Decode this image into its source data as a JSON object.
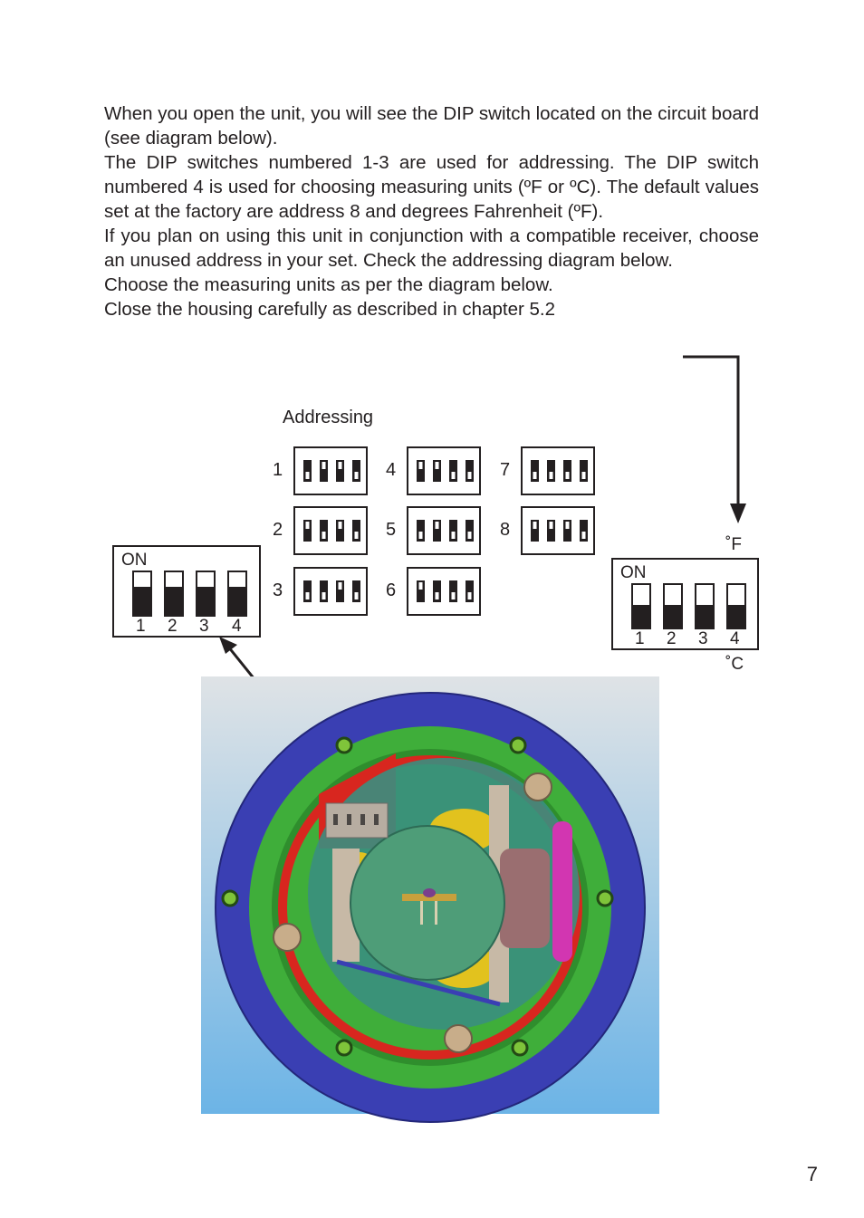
{
  "paragraphs": [
    "When you open the unit, you will see the DIP switch located on the circuit board (see diagram below).",
    "The DIP switches numbered 1-3 are used for addressing. The DIP switch numbered 4 is used for choosing measuring units (ºF or ºC). The default values set at the factory are address 8 and degrees Fahrenheit (ºF).",
    "If you plan on using this unit in conjunction with a compatible receiver, choose an unused address in your set. Check the addressing diagram below.",
    "Choose the measuring units as per the diagram below.",
    "Close the housing carefully as described in chapter 5.2"
  ],
  "addressing": {
    "title": "Addressing",
    "addresses": [
      {
        "label": "1",
        "switch_down": [
          true,
          false,
          false,
          true
        ]
      },
      {
        "label": "2",
        "switch_down": [
          false,
          true,
          false,
          true
        ]
      },
      {
        "label": "3",
        "switch_down": [
          true,
          true,
          false,
          true
        ]
      },
      {
        "label": "4",
        "switch_down": [
          false,
          false,
          true,
          true
        ]
      },
      {
        "label": "5",
        "switch_down": [
          true,
          false,
          true,
          true
        ]
      },
      {
        "label": "6",
        "switch_down": [
          false,
          true,
          true,
          true
        ]
      },
      {
        "label": "7",
        "switch_down": [
          true,
          true,
          true,
          true
        ]
      },
      {
        "label": "8",
        "switch_down": [
          false,
          false,
          false,
          true
        ]
      }
    ]
  },
  "dip_left": {
    "on_label": "ON",
    "numbers": [
      "1",
      "2",
      "3",
      "4"
    ],
    "switch_state": [
      "on-low",
      "off",
      "off",
      "off"
    ]
  },
  "dip_right": {
    "on_label": "ON",
    "numbers": [
      "1",
      "2",
      "3",
      "4"
    ],
    "switch_state": [
      "off",
      "off",
      "off",
      "off-right"
    ],
    "top_label": "˚F",
    "bottom_label": "˚C"
  },
  "page_number": "7",
  "colors": {
    "text": "#231f20",
    "housing_blue": "#3a3fb3",
    "ring_green": "#3fae3a",
    "board_red": "#d8261f",
    "board_teal": "#3a8f80",
    "battery_yellow": "#e2c21e",
    "sky_top": "#dfe3e6",
    "sky_bottom": "#6cb4e6"
  }
}
